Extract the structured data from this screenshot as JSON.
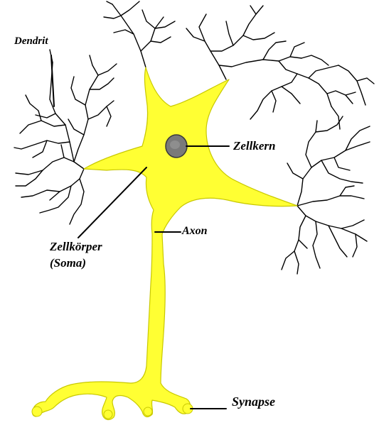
{
  "diagram": {
    "labels": {
      "dendrit": "Dendrit",
      "zellkern": "Zellkern",
      "axon": "Axon",
      "zellkoerper_line1": "Zellkörper",
      "zellkoerper_line2": "(Soma)",
      "synapse": "Synapse"
    },
    "colors": {
      "cell_body": "#ffff33",
      "cell_outline": "#c8c800",
      "nucleus_fill": "#7a7a7a",
      "nucleus_outline": "#3a3a3a",
      "lines": "#000000",
      "background": "#ffffff"
    }
  }
}
